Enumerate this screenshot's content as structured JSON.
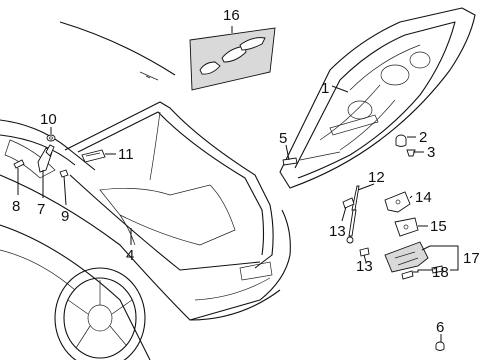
{
  "callouts": {
    "c1": "1",
    "c2": "2",
    "c3": "3",
    "c4": "4",
    "c5": "5",
    "c6": "6",
    "c7": "7",
    "c8": "8",
    "c9": "9",
    "c10": "10",
    "c11": "11",
    "c12": "12",
    "c13a": "13",
    "c13b": "13",
    "c14": "14",
    "c15": "15",
    "c16": "16",
    "c17": "17",
    "c18": "18"
  }
}
